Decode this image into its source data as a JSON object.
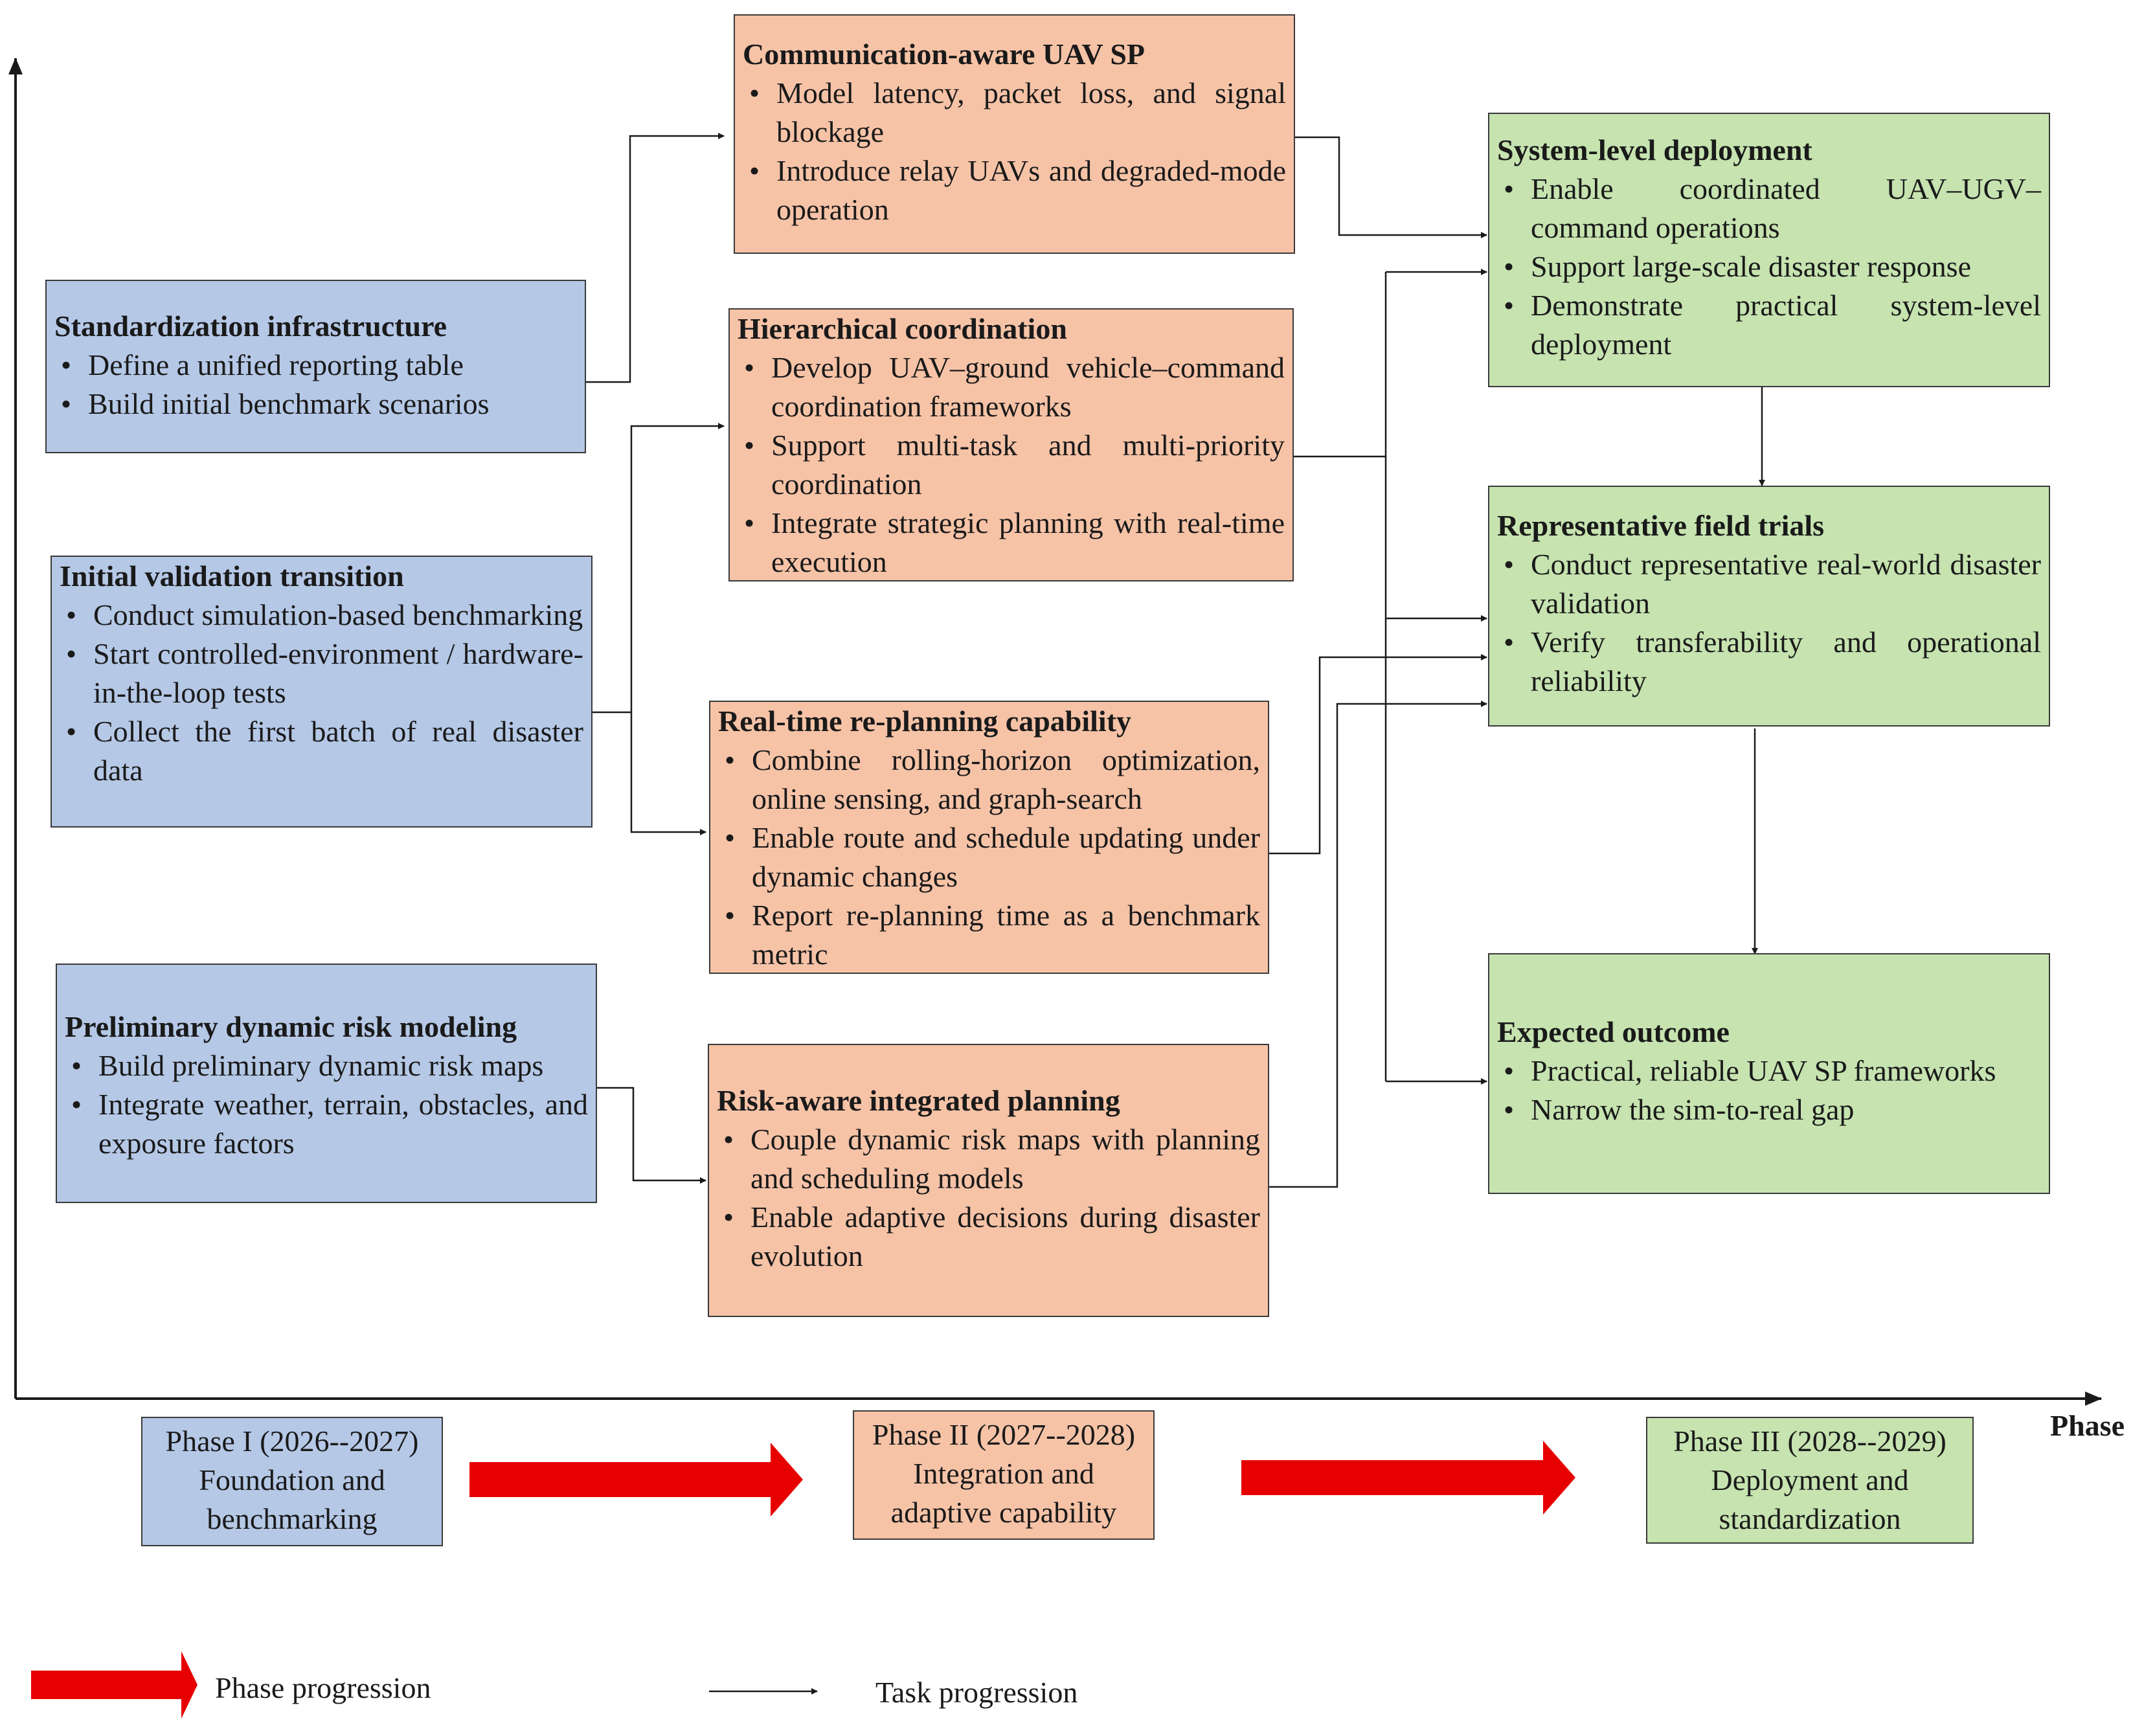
{
  "boxes": {
    "standardization": {
      "title": "Standardization infrastructure",
      "bullets": [
        "Define a unified reporting table",
        "Build initial benchmark scenarios"
      ]
    },
    "initial_validation": {
      "title": "Initial validation transition",
      "bullets": [
        "Conduct simulation-based benchmarking",
        "Start controlled-environment / hardware-in-the-loop tests",
        "Collect the first batch of real disaster data"
      ]
    },
    "preliminary_risk": {
      "title": "Preliminary dynamic risk modeling",
      "bullets": [
        "Build preliminary dynamic risk maps",
        "Integrate weather, terrain, obstacles, and exposure factors"
      ]
    },
    "communication_aware": {
      "title": "Communication-aware UAV SP",
      "bullets": [
        "Model latency, packet loss, and signal blockage",
        "Introduce relay UAVs and degraded-mode operation"
      ]
    },
    "hierarchical": {
      "title": "Hierarchical coordination",
      "bullets": [
        "Develop UAV–ground vehicle–command coordination frameworks",
        "Support multi-task and multi-priority coordination",
        "Integrate strategic planning with real-time execution"
      ]
    },
    "realtime_replanning": {
      "title": "Real-time re-planning capability",
      "bullets": [
        "Combine rolling-horizon optimization, online sensing, and graph-search",
        "Enable route and schedule updating under dynamic changes",
        "Report re-planning time as a benchmark metric"
      ]
    },
    "risk_aware": {
      "title": "Risk-aware integrated planning",
      "bullets": [
        "Couple dynamic risk maps with planning and scheduling models",
        "Enable adaptive decisions during disaster evolution"
      ]
    },
    "system_level": {
      "title": "System-level deployment",
      "bullets": [
        "Enable coordinated UAV–UGV–command operations",
        "Support large-scale disaster response",
        "Demonstrate practical system-level deployment"
      ]
    },
    "field_trials": {
      "title": "Representative field trials",
      "bullets": [
        "Conduct representative real-world disaster validation",
        "Verify transferability and operational reliability"
      ]
    },
    "expected_outcome": {
      "title": "Expected outcome",
      "bullets": [
        "Practical, reliable UAV SP frameworks",
        "Narrow the sim-to-real gap"
      ]
    }
  },
  "phases": [
    {
      "line1": "Phase I (2026--2027)",
      "line2": "Foundation and",
      "line3": "benchmarking"
    },
    {
      "line1": "Phase II (2027--2028)",
      "line2": "Integration and",
      "line3": "adaptive capability"
    },
    {
      "line1": "Phase III (2028--2029)",
      "line2": "Deployment and",
      "line3": "standardization"
    }
  ],
  "axis": {
    "x_label": "Phase"
  },
  "legend": {
    "phase_progression": "Phase progression",
    "task_progression": "Task progression"
  },
  "colors": {
    "phase1": "#b5c8e6",
    "phase2": "#f6c3a7",
    "phase3": "#c6e3b0",
    "phase_arrow": "#e60000",
    "line": "#1a1a1a"
  }
}
